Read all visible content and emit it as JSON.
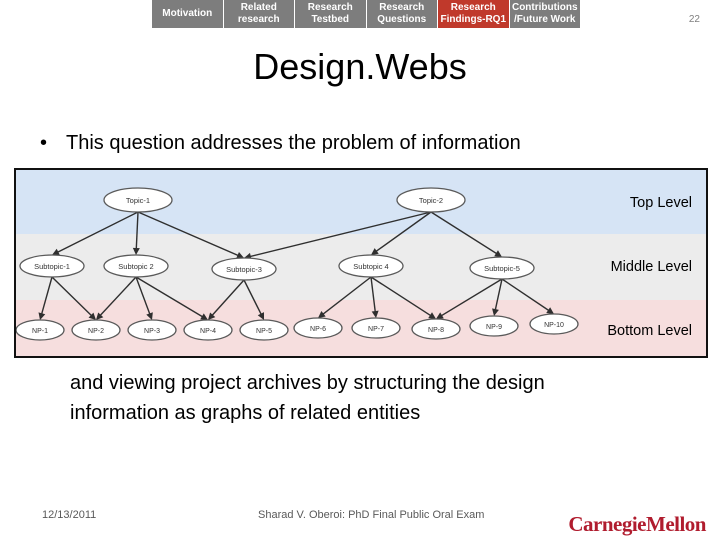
{
  "nav": {
    "items": [
      {
        "label": "Motivation",
        "active": false
      },
      {
        "label": "Related research",
        "active": false
      },
      {
        "label": "Research Testbed",
        "active": false
      },
      {
        "label": "Research Questions",
        "active": false
      },
      {
        "label": "Research Findings-RQ1",
        "active": true
      },
      {
        "label": "Contributions /Future Work",
        "active": false
      }
    ]
  },
  "page_number": "22",
  "title": "Design.Webs",
  "bullet": {
    "line1": "This question addresses the problem of information",
    "line2": "and viewing project archives by structuring the design",
    "line3": "information as graphs of related entities"
  },
  "diagram": {
    "levels": [
      {
        "label": "Top Level",
        "color": "#d6e4f5"
      },
      {
        "label": "Middle Level",
        "color": "#ececec"
      },
      {
        "label": "Bottom Level",
        "color": "#f6dede"
      }
    ],
    "nodes": [
      {
        "id": "t1",
        "label": "Topic-1",
        "level": 0
      },
      {
        "id": "t2",
        "label": "Topic-2",
        "level": 0
      },
      {
        "id": "s1",
        "label": "Subtopic-1",
        "level": 1
      },
      {
        "id": "s2",
        "label": "Subtopic 2",
        "level": 1
      },
      {
        "id": "s3",
        "label": "Subtopic-3",
        "level": 1
      },
      {
        "id": "s4",
        "label": "Subtopic 4",
        "level": 1
      },
      {
        "id": "s5",
        "label": "Subtopic-5",
        "level": 1
      },
      {
        "id": "n1",
        "label": "NP-1",
        "level": 2
      },
      {
        "id": "n2",
        "label": "NP-2",
        "level": 2
      },
      {
        "id": "n3",
        "label": "NP-3",
        "level": 2
      },
      {
        "id": "n4",
        "label": "NP-4",
        "level": 2
      },
      {
        "id": "n5",
        "label": "NP-5",
        "level": 2
      },
      {
        "id": "n6",
        "label": "NP-6",
        "level": 2
      },
      {
        "id": "n7",
        "label": "NP-7",
        "level": 2
      },
      {
        "id": "n8",
        "label": "NP-8",
        "level": 2
      },
      {
        "id": "n9",
        "label": "NP-9",
        "level": 2
      },
      {
        "id": "n10",
        "label": "NP-10",
        "level": 2
      }
    ],
    "edges": [
      [
        "t1",
        "s1"
      ],
      [
        "t1",
        "s2"
      ],
      [
        "t1",
        "s3"
      ],
      [
        "t2",
        "s3"
      ],
      [
        "t2",
        "s4"
      ],
      [
        "t2",
        "s5"
      ],
      [
        "s1",
        "n1"
      ],
      [
        "s1",
        "n2"
      ],
      [
        "s2",
        "n2"
      ],
      [
        "s2",
        "n3"
      ],
      [
        "s2",
        "n4"
      ],
      [
        "s3",
        "n4"
      ],
      [
        "s3",
        "n5"
      ],
      [
        "s4",
        "n6"
      ],
      [
        "s4",
        "n7"
      ],
      [
        "s4",
        "n8"
      ],
      [
        "s5",
        "n8"
      ],
      [
        "s5",
        "n9"
      ],
      [
        "s5",
        "n10"
      ]
    ]
  },
  "footer": {
    "date": "12/13/2011",
    "center": "Sharad V. Oberoi: PhD Final Public Oral Exam",
    "logo": "CarnegieMellon"
  }
}
